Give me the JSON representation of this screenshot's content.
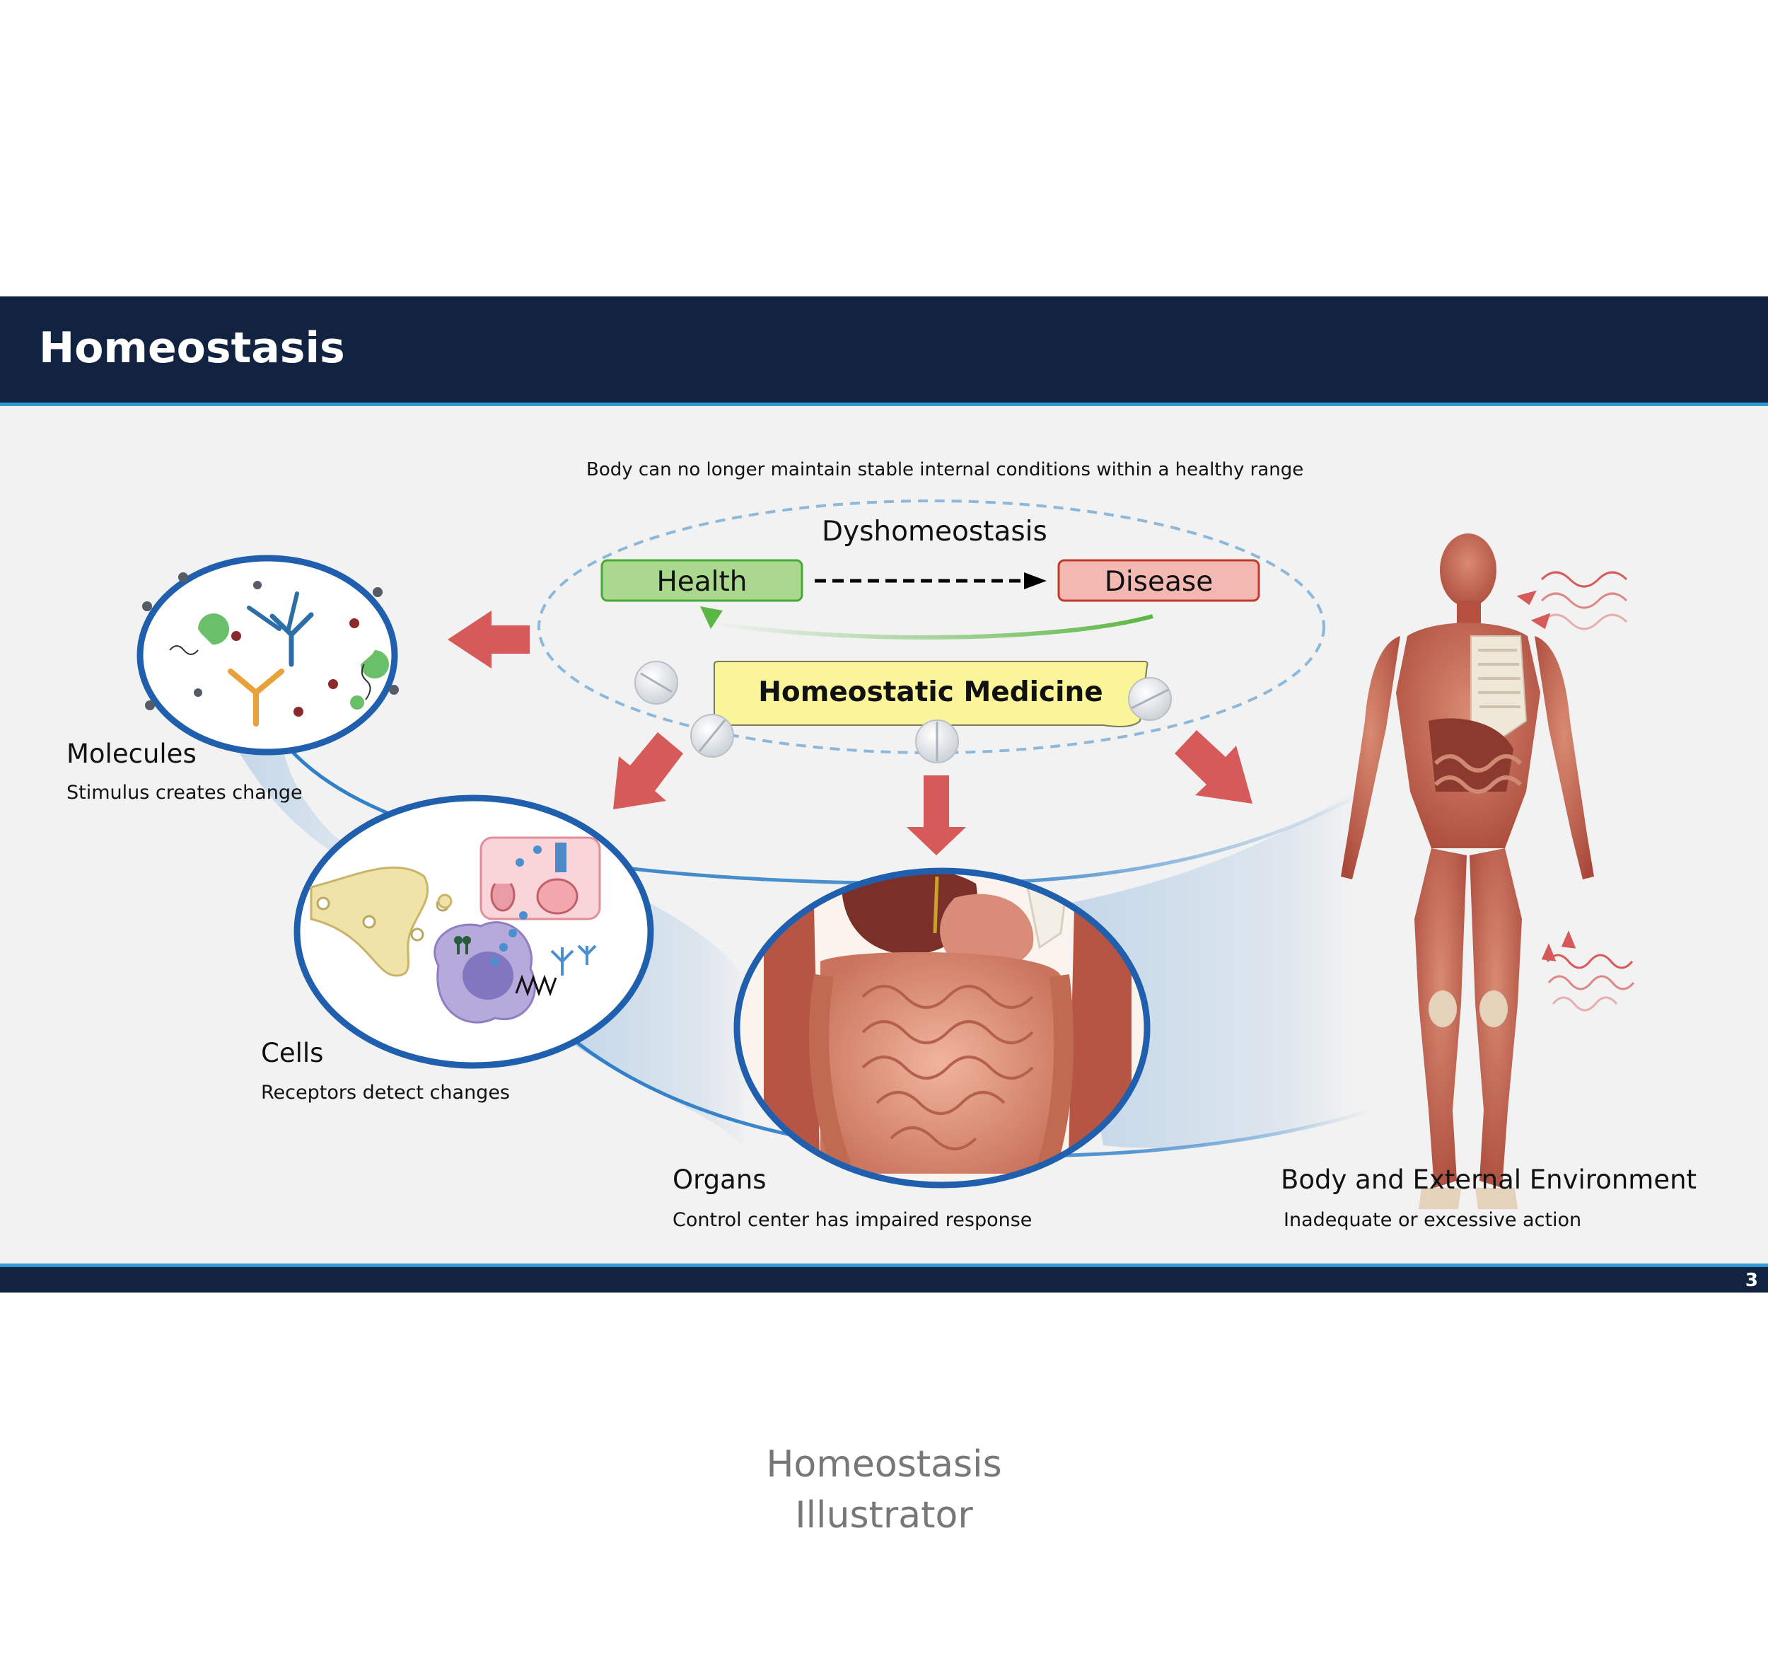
{
  "slide": {
    "title": "Homeostasis",
    "page_number": "3",
    "subtitle": "Body can no longer maintain stable internal conditions within a healthy range",
    "cycle_label": "Dyshomeostasis",
    "health_label": "Health",
    "disease_label": "Disease",
    "medicine_label": "Homeostatic Medicine",
    "levels": [
      {
        "name": "Molecules",
        "description": "Stimulus creates change"
      },
      {
        "name": "Cells",
        "description": "Receptors detect changes"
      },
      {
        "name": "Organs",
        "description": "Control center has impaired response"
      },
      {
        "name": "Body and External Environment",
        "description": "Inadequate or excessive action"
      }
    ]
  },
  "caption": {
    "line1": "Homeostasis",
    "line2": "Illustrator"
  },
  "colors": {
    "header": "#112340",
    "accent_line": "#2e9bd6",
    "circle_border": "#1f5fae",
    "health_fill": "#a9d88e",
    "disease_fill": "#f3b8b2",
    "medicine_fill": "#fbf59a",
    "arrow_red": "#d65a5a",
    "return_arrow": "#5bb744"
  },
  "icons": [
    "pill-icon",
    "antibody-icon",
    "receptor-icon",
    "muscle-body-figure",
    "organs-illustration",
    "heat-wave-icon"
  ]
}
